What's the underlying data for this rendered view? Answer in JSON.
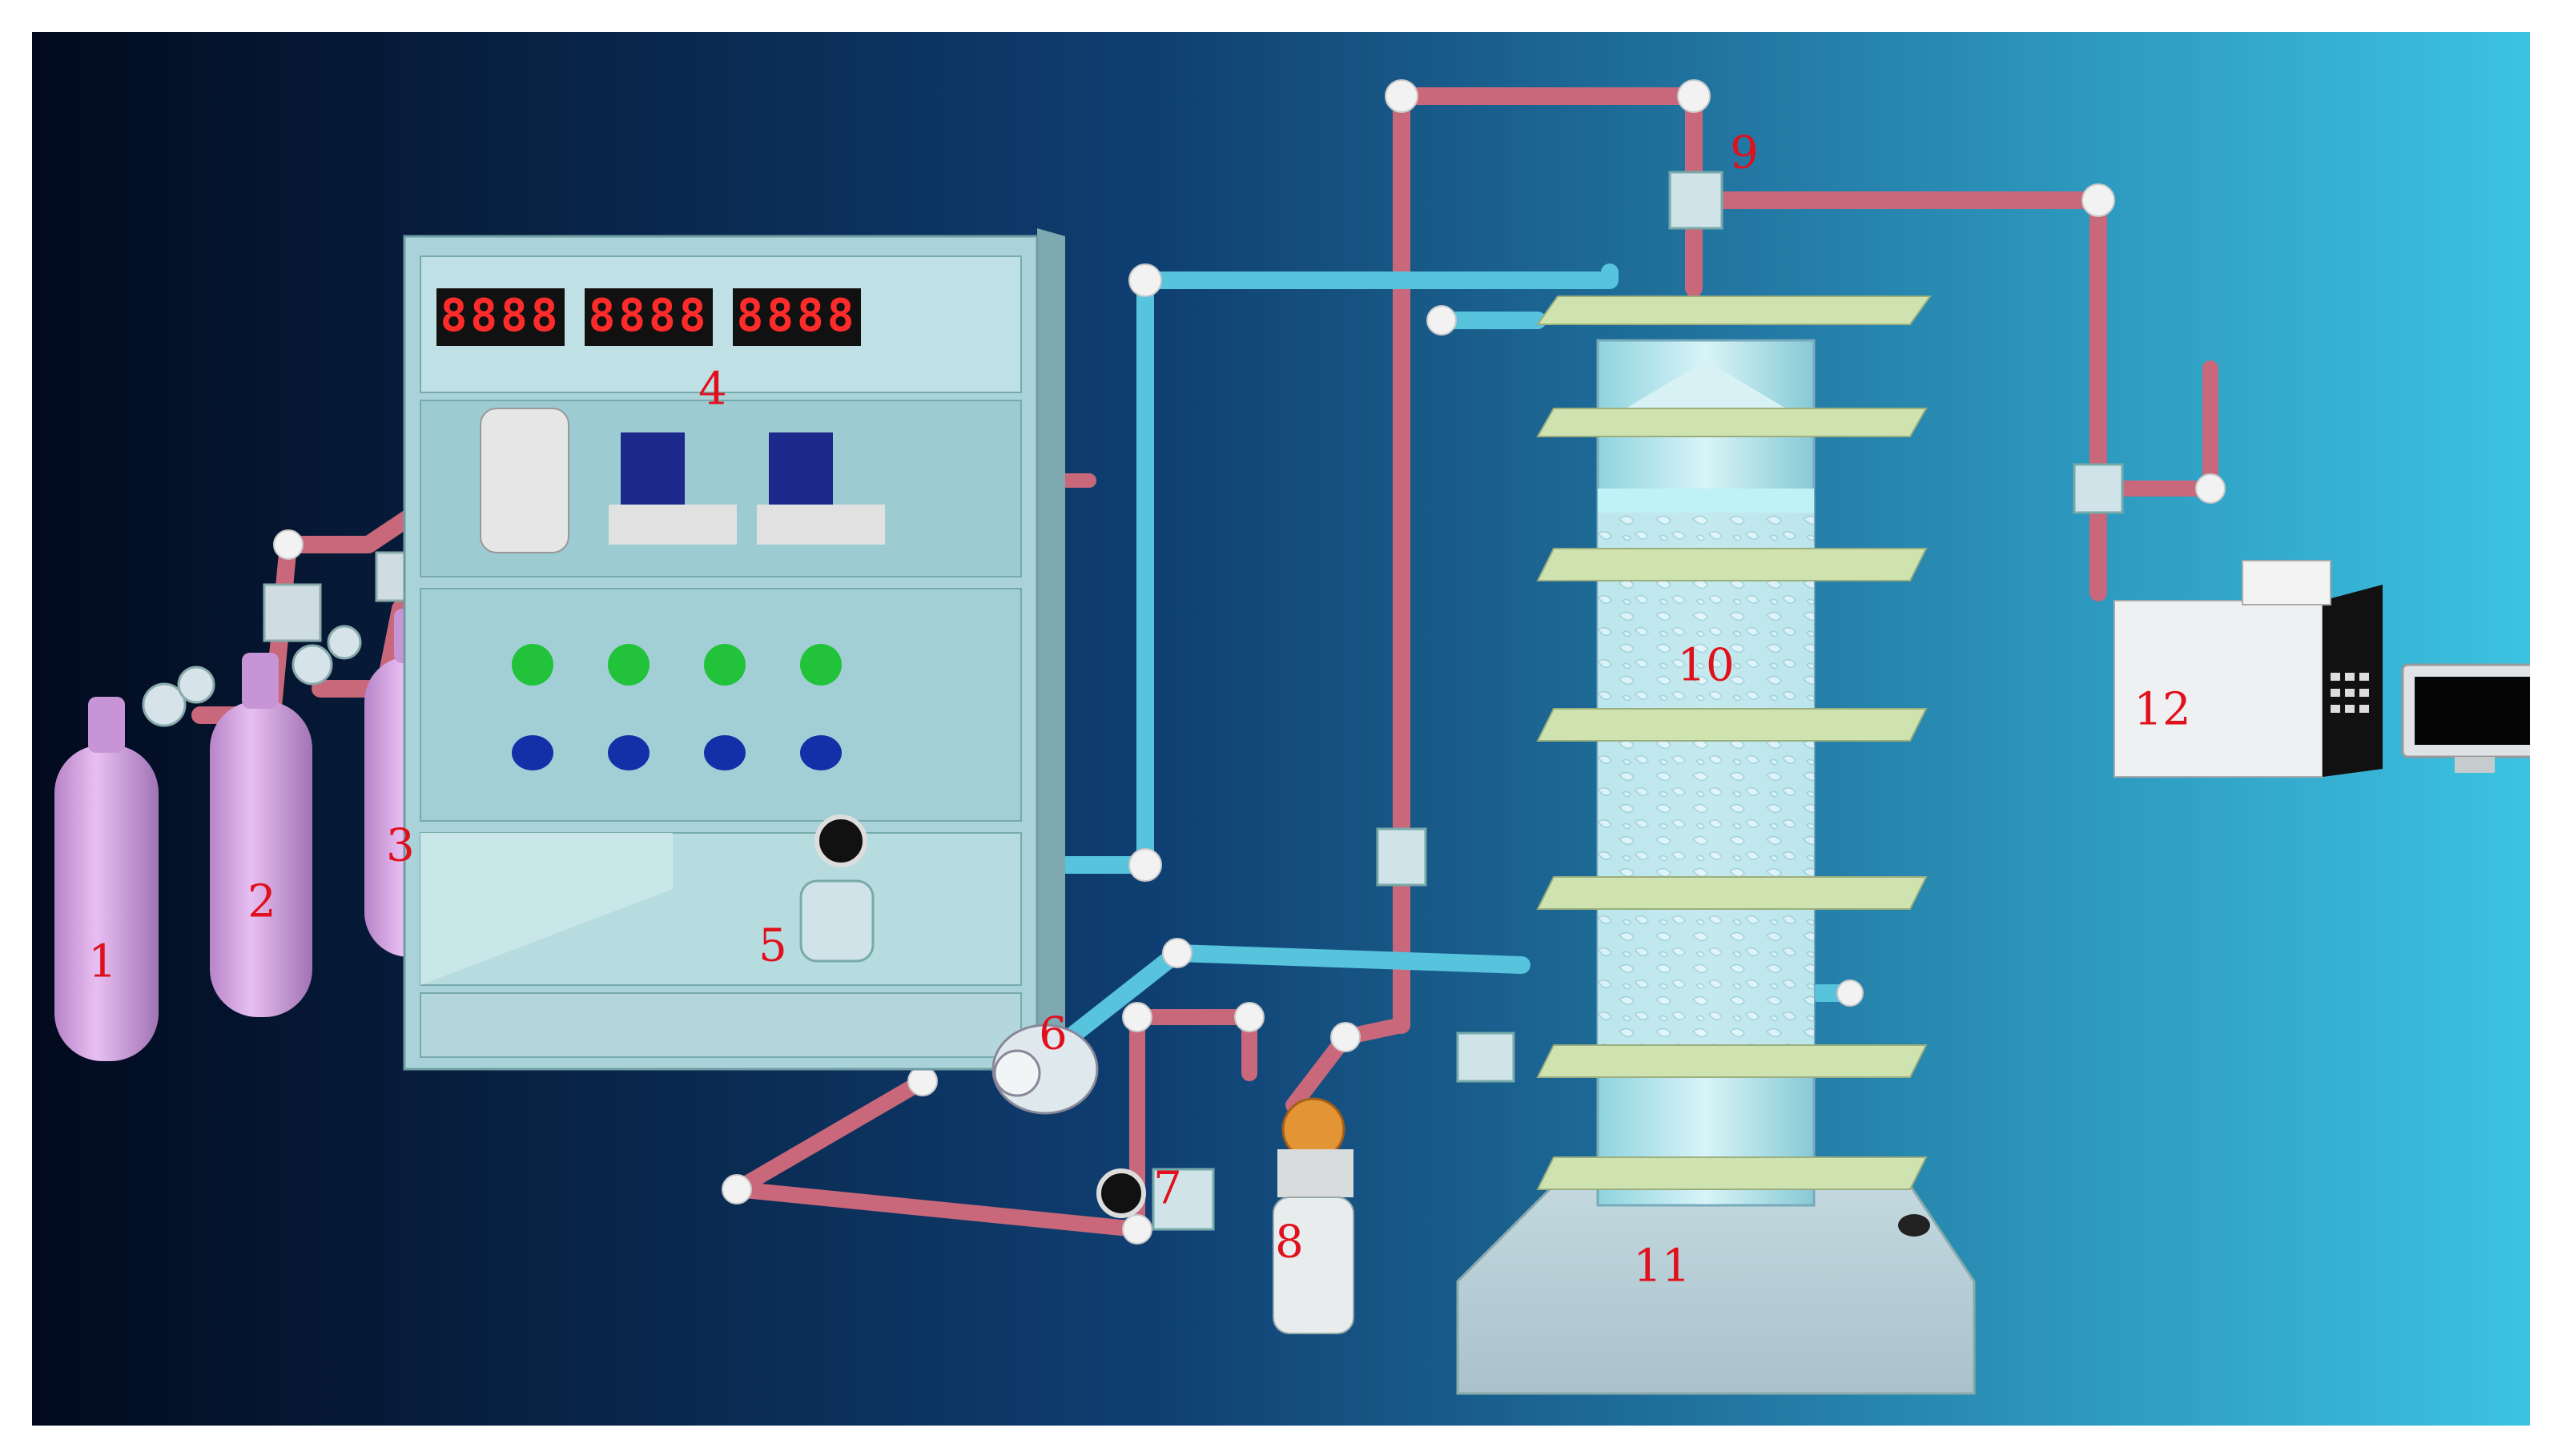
{
  "figure": {
    "components": [
      {
        "id": "cylinder-1",
        "label": "1"
      },
      {
        "id": "cylinder-2",
        "label": "2"
      },
      {
        "id": "cylinder-3",
        "label": "3"
      },
      {
        "id": "control-cabinet",
        "label": "4"
      },
      {
        "id": "flowmeter",
        "label": "5"
      },
      {
        "id": "pump",
        "label": "6"
      },
      {
        "id": "flow-sensor",
        "label": "7"
      },
      {
        "id": "humidifier-bottle",
        "label": "8"
      },
      {
        "id": "top-valve",
        "label": "9"
      },
      {
        "id": "packed-column",
        "label": "10"
      },
      {
        "id": "column-base",
        "label": "11"
      },
      {
        "id": "gas-analyzer",
        "label": "12"
      }
    ],
    "displays": [
      "8888",
      "8888",
      "8888"
    ],
    "colors": {
      "background_left": "#020a1e",
      "background_mid": "#0f3f72",
      "background_right": "#3cc3e2",
      "gas_pipe": "#c9687a",
      "water_pipe": "#57c3dc",
      "cylinder": "#d9a3e6",
      "cabinet": "#a9d3d8",
      "flange": "#cfe3b0",
      "label": "#e0101c"
    }
  }
}
